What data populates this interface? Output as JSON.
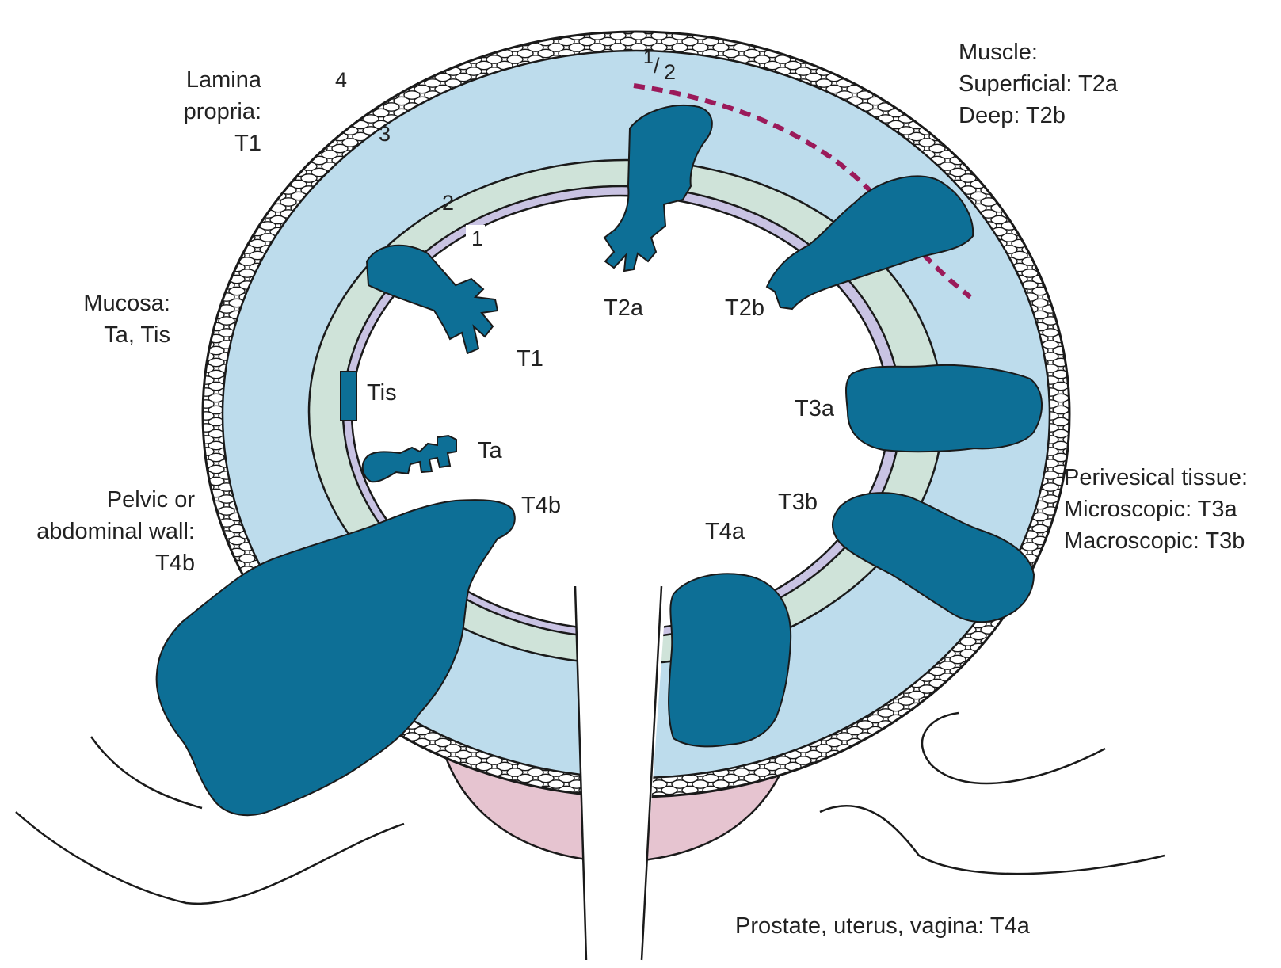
{
  "layer_numbers": {
    "mucosa": "1",
    "lamina": "2",
    "muscle": "3",
    "fat": "4",
    "half_one": "1",
    "half_slash": "/",
    "half_two": "2"
  },
  "side_labels": {
    "lamina_propria": [
      "Lamina",
      "propria:",
      "T1"
    ],
    "mucosa": [
      "Mucosa:",
      "Ta, Tis"
    ],
    "pelvic_wall": [
      "Pelvic or",
      "abdominal wall:",
      "T4b"
    ],
    "muscle": [
      "Muscle:",
      "Superficial: T2a",
      "Deep: T2b"
    ],
    "perivesical": [
      "Perivesical tissue:",
      "Microscopic: T3a",
      "Macroscopic: T3b"
    ],
    "prostate": "Prostate, uterus, vagina: T4a"
  },
  "tumor_labels": {
    "t1": "T1",
    "t2a": "T2a",
    "t2b": "T2b",
    "tis": "Tis",
    "ta": "Ta",
    "t3a": "T3a",
    "t3b": "T3b",
    "t4a": "T4a",
    "t4b": "T4b"
  },
  "colors": {
    "tumor": "#0d6f96",
    "muscle_layer": "#bddcec",
    "lamina_propria": "#cfe3d9",
    "mucosa": "#c9c3e3",
    "prostate": "#e6c4d0",
    "depth_line": "#9b1a5a",
    "outline": "#1a1a1a"
  }
}
